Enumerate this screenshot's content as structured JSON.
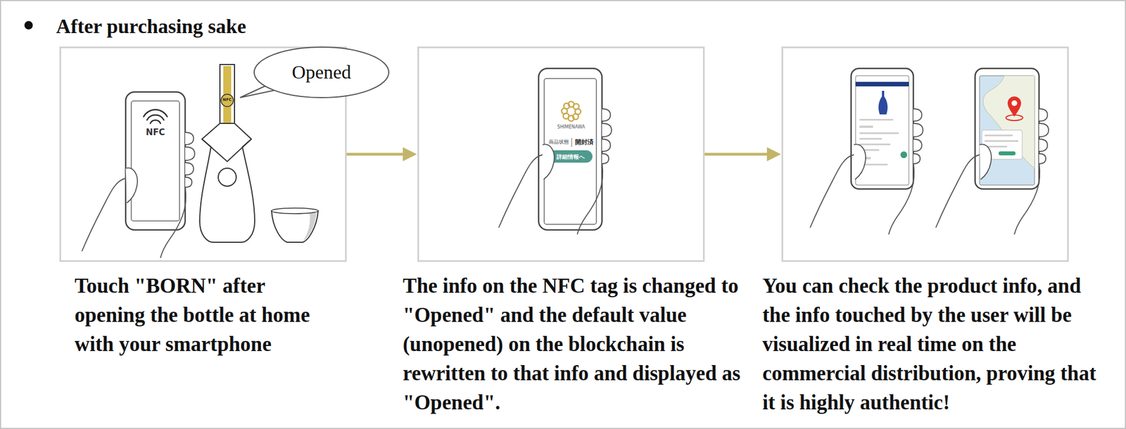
{
  "diagram": {
    "title": "After purchasing sake",
    "nodes": [
      {
        "text": [
          "Touch \"BORN\" after opening the bottle at home with your smartphone"
        ]
      },
      {
        "text": [
          "Opened"
        ],
        "in": 0
      },
      {
        "text": [
          "The info on the NFC tag is changed to \"Opened\" and the default value (unopened) on the blockchain is rewritten to that info and displayed as \"Opened\"."
        ]
      },
      {
        "text": [
          "You can check the product info, and the info touched by the user will be visualized in real time on the commercial distribution, proving that it is highly authentic!"
        ]
      }
    ],
    "edges": [
      {
        "from": 0,
        "to": 2,
        "arrow": "to"
      },
      {
        "from": 2,
        "to": 3,
        "arrow": "to"
      }
    ],
    "labels": [
      "NFC",
      "NFC",
      "SHIMENAWA",
      "商品状態",
      "開封済",
      "詳細情報へ"
    ]
  }
}
